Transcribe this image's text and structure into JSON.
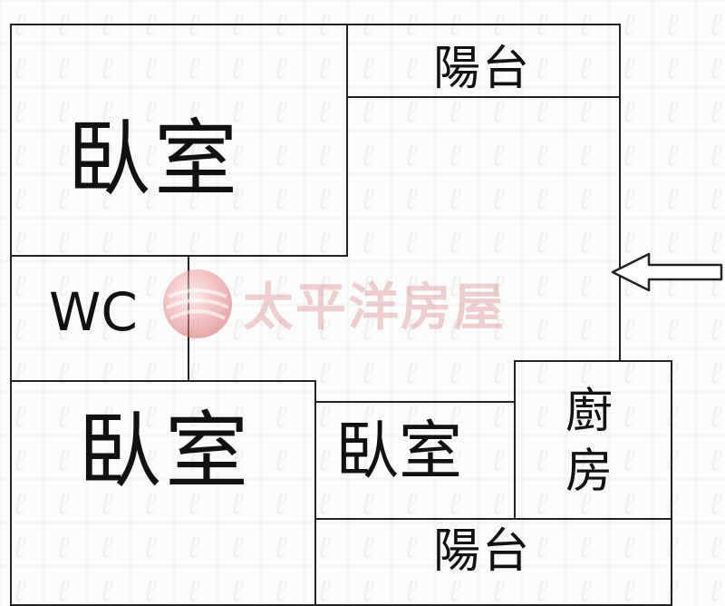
{
  "plan": {
    "rooms": {
      "bedroom_top": "臥室",
      "wc": "WC",
      "bedroom_bottom_left": "臥室",
      "bedroom_bottom_mid": "臥室",
      "kitchen_line1": "廚",
      "kitchen_line2": "房",
      "balcony_top": "陽台",
      "balcony_bottom": "陽台"
    },
    "entrance_arrow": "arrow-left-icon"
  },
  "watermark": {
    "brand": "太平洋房屋",
    "logo": "sphere-logo",
    "color": "#cd5a5a"
  },
  "colors": {
    "wall": "#222222",
    "background": "#fbfbfb",
    "text": "#111111"
  }
}
